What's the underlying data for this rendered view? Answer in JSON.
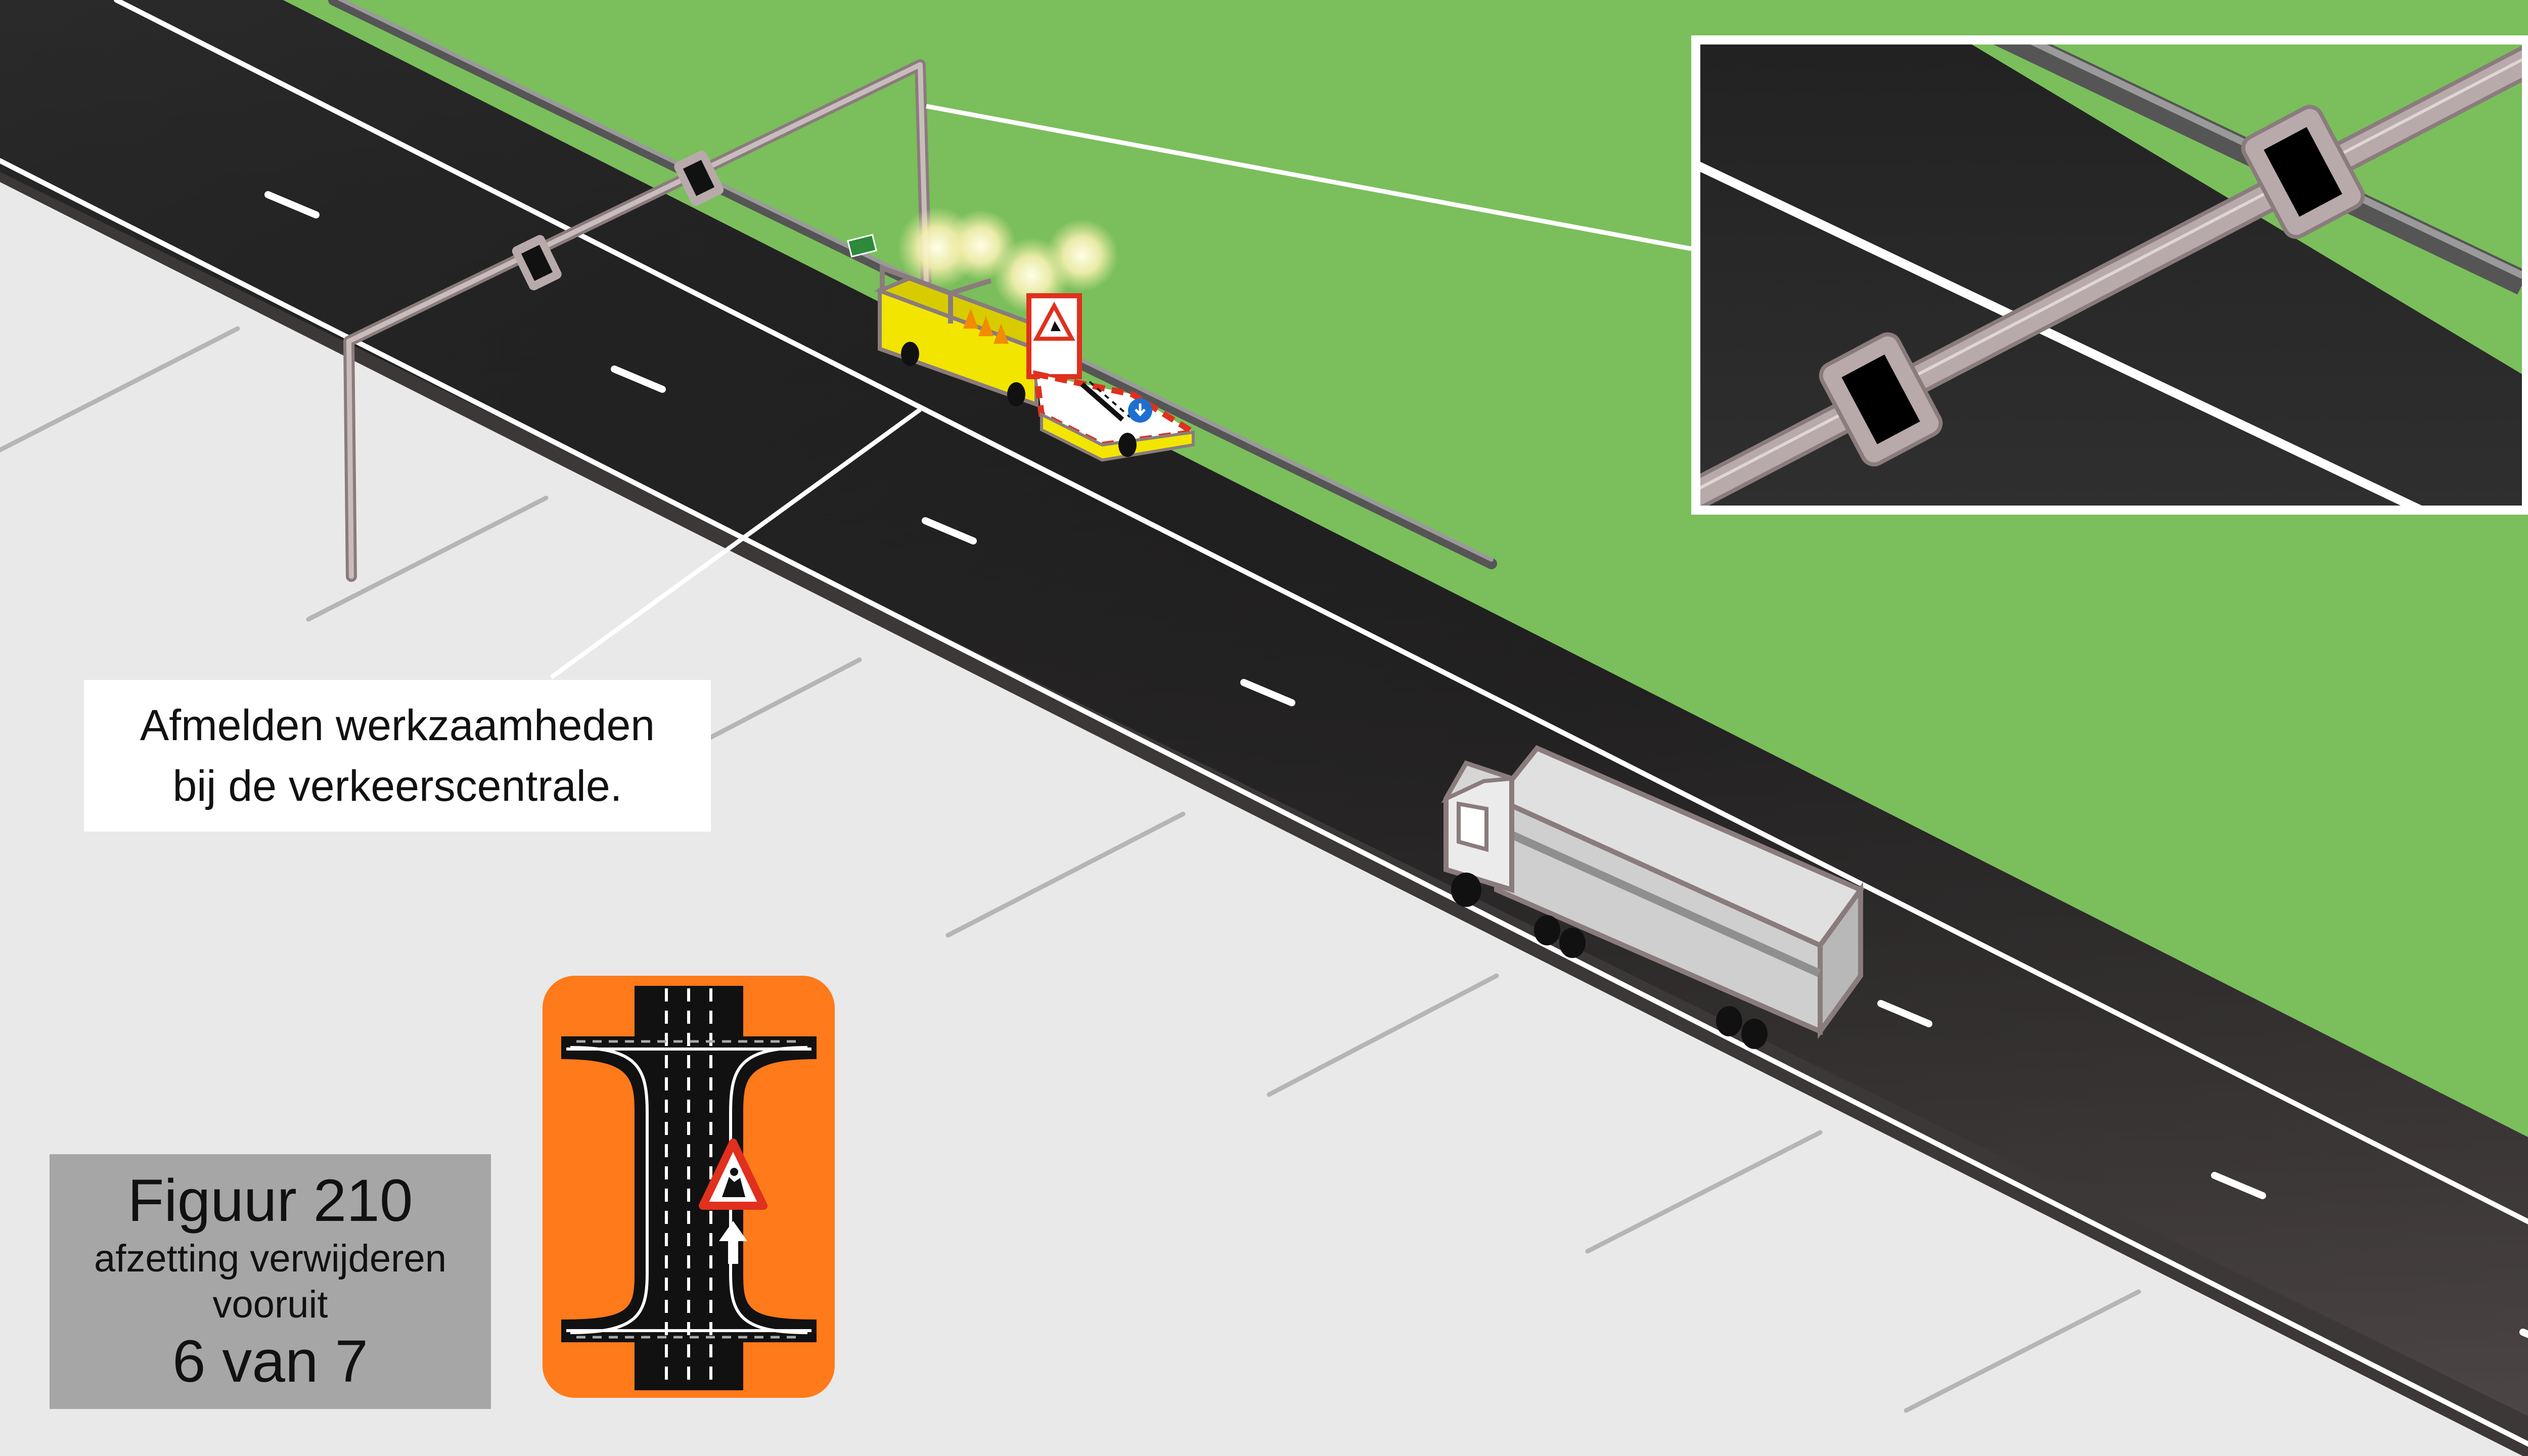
{
  "callout": {
    "line1": "Afmelden werkzaamheden",
    "line2": "bij de verkeerscentrale."
  },
  "caption": {
    "title": "Figuur 210",
    "line1": "afzetting verwijderen",
    "line2": "vooruit",
    "step": "6 van 7"
  },
  "colors": {
    "grass": "#7abf5b",
    "road": "#262626",
    "shoulder": "#e9e9e9",
    "gantry": "#b8aaaa",
    "vehicle_yellow": "#f2e500",
    "overview_orange": "#ff7a1a",
    "caption_bg": "#a6a6a6"
  },
  "icons": {
    "roadwork": "roadwork-warning-icon",
    "arrow": "lane-arrow-icon",
    "arrow_board": "arrow-down-icon"
  }
}
